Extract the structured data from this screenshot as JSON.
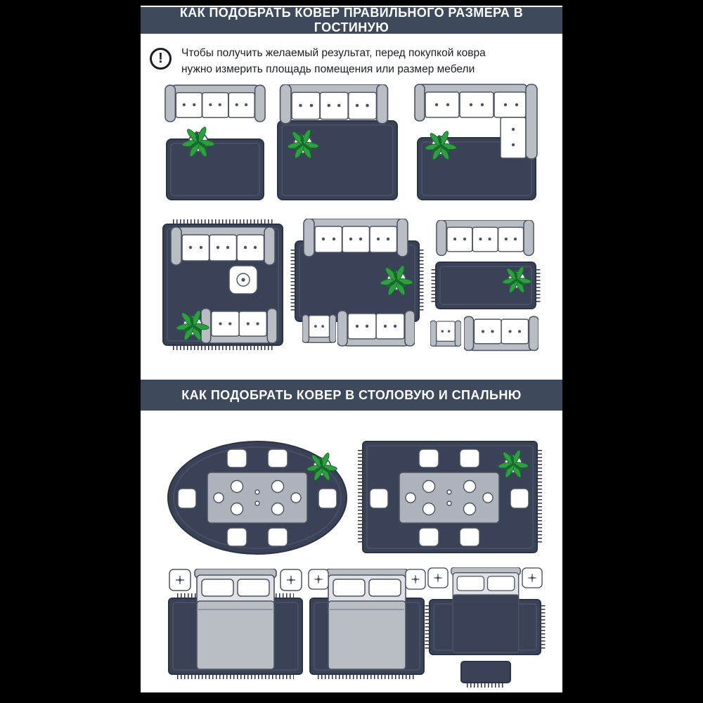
{
  "page": {
    "colors": {
      "page-bg": "#000000",
      "content-bg": "#ffffff",
      "banner-bg": "#3e4a5c",
      "banner-text": "#ffffff",
      "text": "#1b1e24",
      "rug": "#3a4257",
      "rug-edge": "#2c3344",
      "furniture": "#b9bdc4",
      "cushion": "#ffffff",
      "outline": "#4d5361",
      "plant": "#2f9e41",
      "plant-dark": "#156b2a",
      "table": "#aeb2ba",
      "mattress": "#dfe1e6"
    }
  },
  "header": {
    "title": "КАК ПОДОБРАТЬ КОВЕР ПРАВИЛЬНОГО РАЗМЕРА В ГОСТИНУЮ"
  },
  "note": {
    "icon": "exclamation-icon",
    "icon_glyph": "!",
    "text": "Чтобы получить желаемый результат, перед покупкой ковра\nнужно измерить площадь помещения или размер мебели"
  },
  "section2": {
    "title": "КАК ПОДОБРАТЬ КОВЕР В СТОЛОВУЮ И СПАЛЬНЮ"
  }
}
